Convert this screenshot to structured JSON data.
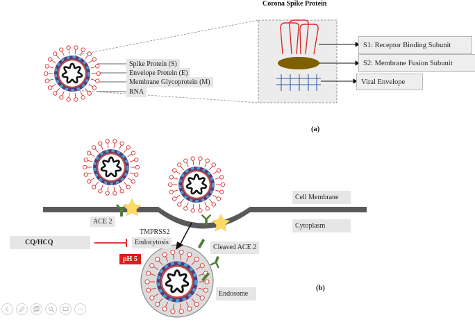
{
  "panel_a": {
    "title": "Corona Spike Protein",
    "tag": "(a)",
    "virus_labels": [
      "Spike Protein (S)",
      "Envelope Protein (E)",
      "Membrane Glycoprotein (M)",
      "RNA"
    ],
    "spike_labels": {
      "s1": "S1: Receptor Binding Subunit",
      "s2": "S2: Membrane Fusion Subunit",
      "envelope": "Viral Envelope"
    }
  },
  "panel_b": {
    "tag": "(b)",
    "labels": {
      "ace2": "ACE 2",
      "tmprss2": "TMPRSS2",
      "drug": "CQ/HCQ",
      "endocytosis": "Endocytosis",
      "ph": "pH 5",
      "cleaved_ace2": "Cleaved ACE 2",
      "cell_membrane": "Cell Membrane",
      "cytoplasm": "Cytoplasm",
      "endosome": "Endosome"
    }
  },
  "colors": {
    "virus_outer": "#c0504d",
    "virus_shell": "#5b3a6e",
    "virus_blue": "#4aa0d8",
    "spike": "#d82b2b",
    "ace2": "#4f7f3a",
    "tmprss2": "#ffd966",
    "membrane": "#595959",
    "s2_body": "#7f6000",
    "inhibit": "#e01b1b",
    "ph_bg": "#e21b1b"
  },
  "toolbar_icons": [
    "back-icon",
    "edit-icon",
    "copy-icon",
    "zoom-icon",
    "comment-icon",
    "more-icon"
  ]
}
